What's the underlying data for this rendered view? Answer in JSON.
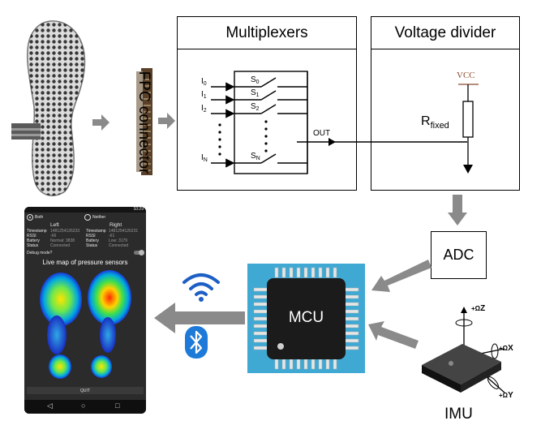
{
  "fpc_label": "FPC connector",
  "multiplexers": {
    "title": "Multiplexers",
    "inputs": [
      "I",
      "I",
      "I",
      "I"
    ],
    "input_subs": [
      "0",
      "1",
      "2",
      "N"
    ],
    "switches": [
      "S",
      "S",
      "S",
      "S"
    ],
    "switch_subs": [
      "0",
      "1",
      "2",
      "N"
    ],
    "out_label": "OUT"
  },
  "voltage_divider": {
    "title": "Voltage divider",
    "vcc": "VCC",
    "resistor": "R",
    "resistor_sub": "fixed"
  },
  "adc_label": "ADC",
  "mcu_label": "MCU",
  "imu": {
    "label": "IMU",
    "axes": [
      "Z",
      "X",
      "Y"
    ]
  },
  "phone": {
    "status_time": "10:29",
    "radio_both": "Both",
    "radio_neither": "Neither",
    "col_left": "Left",
    "col_right": "Right",
    "rows": [
      {
        "label": "Timestamp",
        "left": "1481254126233",
        "label2": "Timestamp",
        "right": "1481254126231"
      },
      {
        "label": "RSSI",
        "left": "-66",
        "label2": "RSSI",
        "right": "-61"
      },
      {
        "label": "Battery",
        "left": "Normal: 3838",
        "label2": "Battery",
        "right": "Low: 3179"
      },
      {
        "label": "Status",
        "left": "Connected",
        "label2": "Status",
        "right": "Connected"
      }
    ],
    "debug_label": "Debug mode?",
    "map_title": "Live map of pressure sensors",
    "quit_label": "QUIT",
    "nav_back": "◁",
    "nav_home": "○",
    "nav_recent": "□"
  },
  "colors": {
    "arrow_gray": "#8a8a8a",
    "chip_blue": "#3fa9d4",
    "wifi_blue": "#1e5fc6",
    "bluetooth_blue": "#1e7ad8"
  }
}
